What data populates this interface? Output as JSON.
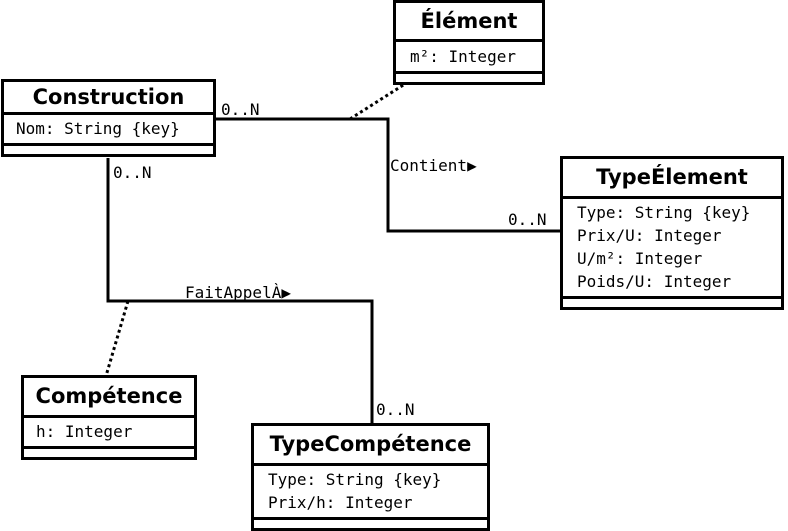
{
  "classes": {
    "construction": {
      "name": "Construction",
      "attrs": [
        "Nom: String {key}"
      ]
    },
    "element": {
      "name": "Élément",
      "attrs": [
        "m²: Integer"
      ]
    },
    "type_element": {
      "name": "TypeÉlement",
      "attrs": [
        "Type: String {key}",
        "Prix/U: Integer",
        "U/m²: Integer",
        "Poids/U: Integer"
      ]
    },
    "competence": {
      "name": "Compétence",
      "attrs": [
        "h: Integer"
      ]
    },
    "type_competence": {
      "name": "TypeCompétence",
      "attrs": [
        "Type: String {key}",
        "Prix/h: Integer"
      ]
    }
  },
  "associations": {
    "contient": {
      "label": "Contient▶",
      "mult_source": "0..N",
      "mult_target": "0..N"
    },
    "fait_appel": {
      "label": "FaitAppelÀ▶",
      "mult_source": "0..N",
      "mult_target": "0..N"
    }
  }
}
